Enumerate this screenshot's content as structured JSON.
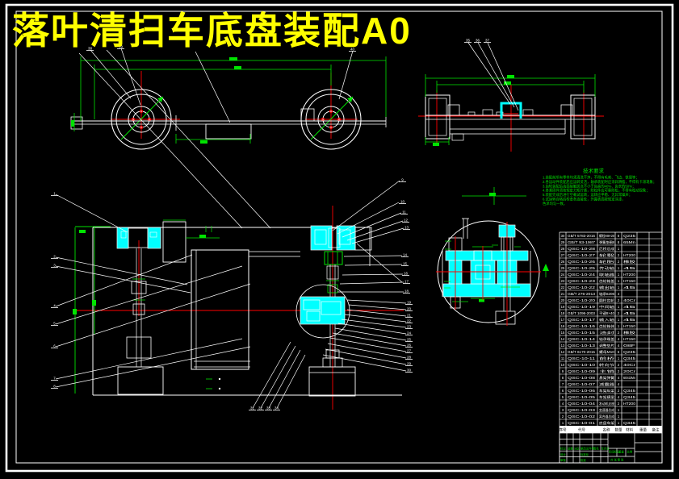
{
  "title": "落叶清扫车底盘装配A0",
  "colors": {
    "background": "#000000",
    "geometry": "#ffffff",
    "dimension": "#00e400",
    "centerline": "#ff0000",
    "highlight": "#00ffff",
    "title_text": "#ffff00"
  },
  "notes": {
    "heading": "技术要求",
    "lines": [
      "1.装配前所有零件均须清洗干净，不得有毛刺、飞边、铁屑等；",
      "2.各运动件装配后应运转灵活，轴承装配时应涂润滑脂，不得有卡滞现象；",
      "3.齿轮装配后齿面接触斑点不小于齿高的40%、齿长的50%；",
      "4.各紧固件须按规定力矩拧紧，防松件应可靠防松，不得有松动现象；",
      "5.装配完成后进行空载试运转，运转应平稳、无异常噪声；",
      "6.试运转合格后检查各连接处，外露表面按规定涂漆，",
      "  色泽均匀一致。"
    ]
  },
  "parts_list": {
    "headers": [
      "序号",
      "代号",
      "名称",
      "数量",
      "材料",
      "重量",
      "备注"
    ],
    "rows": [
      {
        "no": "30",
        "code": "GB/T 5783-2016",
        "name": "螺栓M8×20",
        "qty": "8",
        "mat": "Q235"
      },
      {
        "no": "29",
        "code": "GB/T 93-1987",
        "name": "弹簧垫圈8",
        "qty": "8",
        "mat": "65Mn"
      },
      {
        "no": "28",
        "code": "QSC-10-28",
        "name": "后桥总成",
        "qty": "1",
        "mat": ""
      },
      {
        "no": "27",
        "code": "QSC-10-27",
        "name": "轮毂",
        "qty": "2",
        "mat": "HT200"
      },
      {
        "no": "26",
        "code": "QSC-10-26",
        "name": "轮胎",
        "qty": "2",
        "mat": "橡胶"
      },
      {
        "no": "25",
        "code": "QSC-10-25",
        "name": "传动轴",
        "qty": "1",
        "mat": "45"
      },
      {
        "no": "24",
        "code": "QSC-10-24",
        "name": "联轴器",
        "qty": "1",
        "mat": "HT200"
      },
      {
        "no": "23",
        "code": "QSC-10-23",
        "name": "齿轮箱盖",
        "qty": "1",
        "mat": "HT150"
      },
      {
        "no": "22",
        "code": "QSC-10-22",
        "name": "输出轴",
        "qty": "1",
        "mat": "45"
      },
      {
        "no": "21",
        "code": "GB/T 276-2013",
        "name": "轴承6206",
        "qty": "4",
        "mat": ""
      },
      {
        "no": "20",
        "code": "QSC-10-20",
        "name": "圆柱齿轮",
        "qty": "2",
        "mat": "40Cr"
      },
      {
        "no": "19",
        "code": "QSC-10-19",
        "name": "中间轴",
        "qty": "1",
        "mat": "45"
      },
      {
        "no": "18",
        "code": "GB/T 1096-2003",
        "name": "平键8×40",
        "qty": "2",
        "mat": "45"
      },
      {
        "no": "17",
        "code": "QSC-10-17",
        "name": "输入轴",
        "qty": "1",
        "mat": "45"
      },
      {
        "no": "16",
        "code": "QSC-10-16",
        "name": "齿轮箱体",
        "qty": "1",
        "mat": "HT150"
      },
      {
        "no": "15",
        "code": "QSC-10-15",
        "name": "油封",
        "qty": "2",
        "mat": "橡胶"
      },
      {
        "no": "14",
        "code": "QSC-10-14",
        "name": "轴承端盖",
        "qty": "4",
        "mat": "HT150"
      },
      {
        "no": "13",
        "code": "QSC-10-13",
        "name": "调整垫片",
        "qty": "4",
        "mat": "08F"
      },
      {
        "no": "12",
        "code": "GB/T 6170-2015",
        "name": "螺母M10",
        "qty": "6",
        "mat": "Q235"
      },
      {
        "no": "11",
        "code": "QSC-10-11",
        "name": "前桥",
        "qty": "1",
        "mat": "Q345"
      },
      {
        "no": "10",
        "code": "QSC-10-10",
        "name": "转向节",
        "qty": "2",
        "mat": "40Cr"
      },
      {
        "no": "9",
        "code": "QSC-10-09",
        "name": "主销",
        "qty": "2",
        "mat": "20Cr"
      },
      {
        "no": "8",
        "code": "QSC-10-08",
        "name": "悬架弹簧",
        "qty": "4",
        "mat": "60Si2Mn"
      },
      {
        "no": "7",
        "code": "QSC-10-07",
        "name": "减震器",
        "qty": "4",
        "mat": ""
      },
      {
        "no": "6",
        "code": "QSC-10-06",
        "name": "车架纵梁",
        "qty": "2",
        "mat": "Q345"
      },
      {
        "no": "5",
        "code": "QSC-10-05",
        "name": "车架横梁",
        "qty": "4",
        "mat": "Q345"
      },
      {
        "no": "4",
        "code": "QSC-10-04",
        "name": "发动机支座",
        "qty": "2",
        "mat": "HT200"
      },
      {
        "no": "3",
        "code": "QSC-10-03",
        "name": "变速器总成",
        "qty": "1",
        "mat": ""
      },
      {
        "no": "2",
        "code": "QSC-10-02",
        "name": "离合器总成",
        "qty": "1",
        "mat": ""
      },
      {
        "no": "1",
        "code": "QSC-10-01",
        "name": "底盘车架",
        "qty": "1",
        "mat": "Q345"
      }
    ]
  },
  "title_block": {
    "mark": "标记",
    "count": "处数",
    "zone": "分区",
    "doc_no": "更改文件号",
    "sign": "签名",
    "date": "年月日",
    "design": "设计",
    "standard": "标准化",
    "check": "审核",
    "approve": "批准",
    "stage": "阶段标记",
    "weight": "重量",
    "scale": "比例",
    "sheets": "共 张 第 张"
  },
  "balloons": {
    "left": [
      "1",
      "2",
      "3",
      "4",
      "5",
      "6",
      "7",
      "8"
    ],
    "right_top": [
      "9",
      "10",
      "11",
      "12",
      "13"
    ],
    "right_mid": [
      "14",
      "15",
      "16",
      "17",
      "18"
    ],
    "right_dense": [
      "19",
      "20",
      "21",
      "22",
      "23",
      "24",
      "25",
      "26",
      "27",
      "28",
      "29",
      "30"
    ],
    "bottom": [
      "31",
      "32",
      "33",
      "34"
    ],
    "front": [
      "35",
      "36",
      "37"
    ],
    "side": [
      "38",
      "39",
      "40"
    ]
  }
}
